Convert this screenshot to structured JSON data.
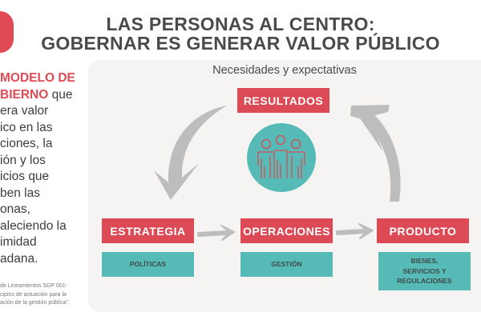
{
  "title": {
    "line1": "LAS PERSONAS AL CENTRO:",
    "line2": "GOBERNAR ES GENERAR VALOR PÚBLICO"
  },
  "left_text": {
    "highlight1": "MODELO DE",
    "highlight2": "BIERNO",
    "lines": [
      " que",
      "era valor",
      "ico en las",
      "ciones, la",
      "ión y los",
      "icios que",
      "ben las",
      "onas,",
      "aleciendo la",
      "imidad",
      "adana."
    ]
  },
  "note": [
    "de Lineamientos SGP 001-",
    "cipios de actuación para la",
    "ación de la gestión pública\"."
  ],
  "diagram": {
    "subtitle": "Necesidades y expectativas",
    "resultados": "RESULTADOS",
    "estrategia": "ESTRATEGIA",
    "operaciones": "OPERACIONES",
    "producto": "PRODUCTO",
    "politicas": "POLÍTICAS",
    "gestion": "GESTIÓN",
    "bienes": [
      "BIENES,",
      "SERVICIOS Y",
      "REGULACIONES"
    ]
  },
  "colors": {
    "red": "#dc4a55",
    "teal": "#56bbb7",
    "arrow": "#bdbdbd"
  }
}
